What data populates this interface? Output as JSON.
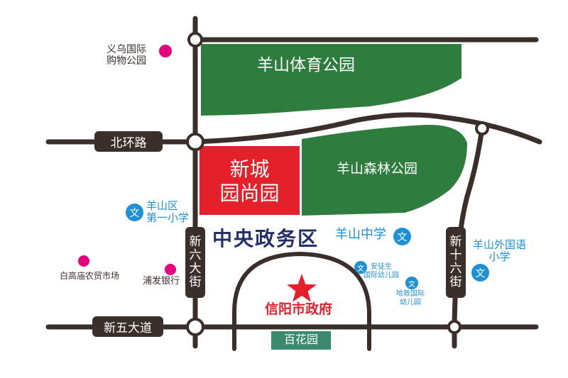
{
  "parks": {
    "sports_park": "羊山体育公园",
    "forest_park": "羊山森林公园"
  },
  "project": {
    "line1": "新城",
    "line2": "园尚园"
  },
  "roads": {
    "north_ring": "北环路",
    "xinliu_chars": [
      "新",
      "六",
      "大",
      "街"
    ],
    "xinwu": "新五大道",
    "xinshiliu_chars": [
      "新",
      "十",
      "六",
      "街"
    ]
  },
  "pois": {
    "yiwu_line1": "义乌国际",
    "yiwu_line2": "购物公园",
    "farm_market": "白高庙农贸市场",
    "spdb": "浦发银行",
    "yangshan_primary_line1": "羊山区",
    "yangshan_primary_line2": "第一小学",
    "yangshan_middle": "羊山中学",
    "foreign_lang_line1": "羊山外国语",
    "foreign_lang_line2": "小学",
    "anhui_k_line1": "安徒生",
    "anhui_k_line2": "国际幼儿园",
    "hadun_k_line1": "哈敦国际",
    "hadun_k_line2": "幼儿园",
    "government": "信阳市政府",
    "baihua": "百花园"
  },
  "district": "中央政务区",
  "school_glyph": "文",
  "colors": {
    "road": "#3b2f2c",
    "park_green": "#2e7d3f",
    "project_red": "#e4212b",
    "poi_pink": "#e6007e",
    "school_blue": "#1e90d6",
    "district_navy": "#24306a",
    "government_red": "#e4212b",
    "baihua_green": "#3b8a6e"
  }
}
